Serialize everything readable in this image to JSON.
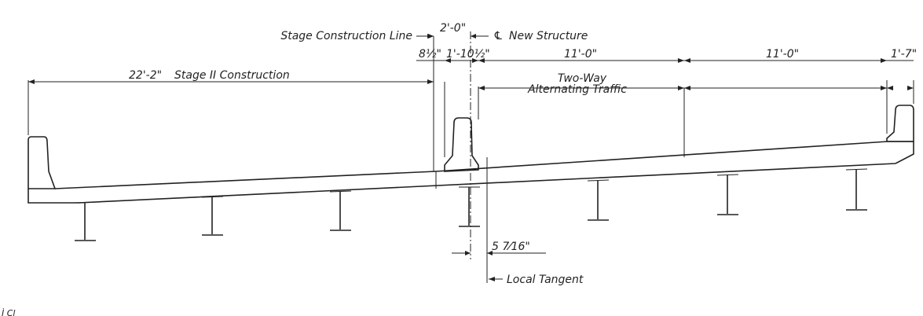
{
  "labels": {
    "stage_line": "Stage Construction Line",
    "centerline_symbol": "℄",
    "new_structure": "New Structure",
    "stage_ii": "Stage II Construction",
    "traffic_line1": "Two-Way",
    "traffic_line2": "Alternating Traffic",
    "local_tangent": "Local Tangent",
    "corner_text": "Ì Cl"
  },
  "dimensions": {
    "top_offset": "2'-0\"",
    "stage_ii_width": "22'-2\"",
    "stage_offset": "8½\"",
    "barrier_width": "1'-10½\"",
    "lane_1": "11'-0\"",
    "lane_2": "11'-0\"",
    "right_overhang": "1'-7\"",
    "tangent_offset": "5 7⁄16\""
  },
  "girders": {
    "count": 7
  }
}
